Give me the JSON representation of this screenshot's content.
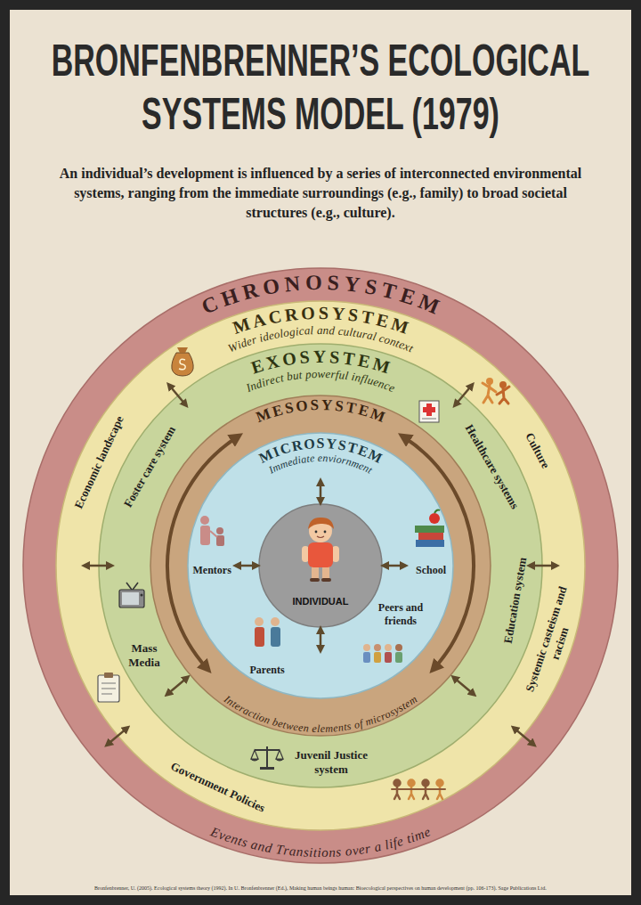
{
  "diagram": {
    "title": "BRONFENBRENNER’S ECOLOGICAL SYSTEMS MODEL (1979)",
    "caption": "An individual’s development is influenced by a series of interconnected environmental systems, ranging from the immediate surroundings (e.g., family) to broad societal structures (e.g., culture).",
    "nodes": [
      {
        "text": [
          "CHRONOSYSTEM",
          "Events and Transitions over a life time"
        ]
      },
      {
        "text": [
          "MACROSYSTEM",
          "Wider ideological and cultural context"
        ],
        "in": 0
      },
      {
        "text": [
          "EXOSYSTEM",
          "Indirect but powerful influence"
        ],
        "in": 1
      },
      {
        "text": [
          "MESOSYSTEM",
          "Interaction between elements of microsystem"
        ],
        "in": 2
      },
      {
        "text": [
          "MICROSYSTEM",
          "Immediate enviornment"
        ],
        "in": 3
      },
      {
        "text": [
          "INDIVIDUAL"
        ],
        "in": 4
      }
    ],
    "edges": [
      {
        "from": 5,
        "to": 4,
        "arrow": "both"
      },
      {
        "from": 5,
        "to": 4,
        "arrow": "both"
      },
      {
        "from": 5,
        "to": 4,
        "arrow": "both"
      },
      {
        "from": 5,
        "to": 4,
        "arrow": "both"
      },
      {
        "from": 3,
        "to": 2,
        "arrow": "both"
      },
      {
        "from": 3,
        "to": 2,
        "arrow": "both"
      },
      {
        "from": 2,
        "to": 1,
        "arrow": "both"
      },
      {
        "from": 2,
        "to": 1,
        "arrow": "both"
      },
      {
        "from": 2,
        "to": 1,
        "arrow": "both"
      },
      {
        "from": 2,
        "to": 1,
        "arrow": "both"
      },
      {
        "from": 1,
        "to": 0,
        "arrow": "both"
      },
      {
        "from": 1,
        "to": 0,
        "arrow": "both"
      }
    ],
    "labels": [
      "Mentors",
      "School",
      "Parents",
      "Peers and friends",
      "Foster care system",
      "Healthcare systems",
      "Mass Media",
      "Education system",
      "Juvenil Justice system",
      "Economic landscape",
      "Culture",
      "Systemic casteism and racism",
      "Government Policies",
      "Bronfenbrenner, U. (2005). Ecological systems theory (1992). In U. Bronfenbrenner (Ed.), Making human beings human: Bioecological perspectives on human development (pp. 106-173). Sage Publications Ltd."
    ]
  }
}
